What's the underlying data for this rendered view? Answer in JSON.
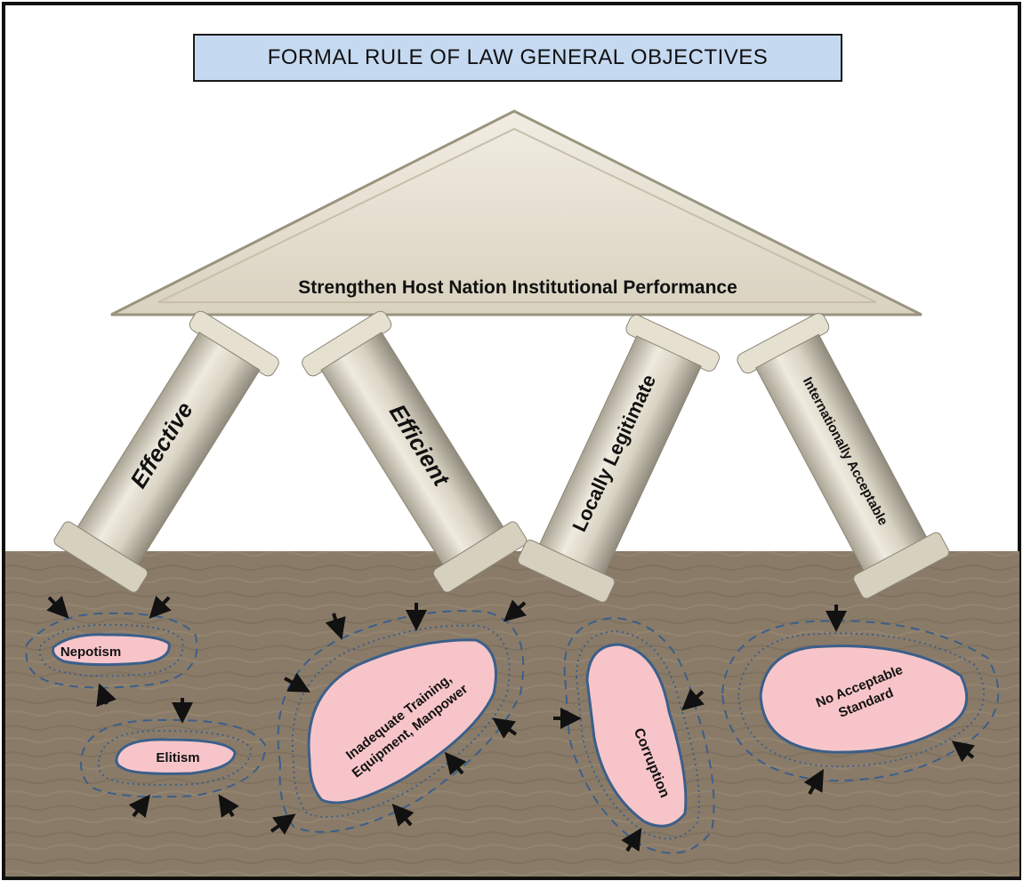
{
  "title": "FORMAL RULE OF LAW GENERAL OBJECTIVES",
  "roof_label": "Strengthen Host Nation Institutional Performance",
  "pillars": [
    {
      "label": "Effective"
    },
    {
      "label": "Efficient"
    },
    {
      "label": "Locally Legitimate"
    },
    {
      "label": "Internationally Acceptable"
    }
  ],
  "obstacles": [
    {
      "label": "Nepotism"
    },
    {
      "label": "Elitism"
    },
    {
      "label_lines": [
        "Inadequate Training,",
        "Equipment, Manpower"
      ]
    },
    {
      "label": "Corruption"
    },
    {
      "label_lines": [
        "No Acceptable",
        "Standard"
      ]
    }
  ],
  "colors": {
    "title_bg": "#c5d9f1",
    "ground": "#8a7b68",
    "stone": "#ddd6c4",
    "obstacle_fill": "#f7c5c9",
    "obstacle_border": "#3b5f8a"
  }
}
